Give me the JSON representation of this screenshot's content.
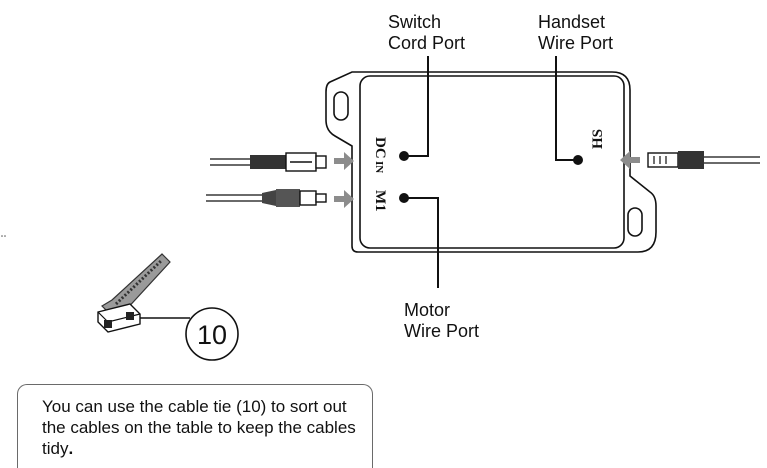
{
  "labels": {
    "switch_cord_port": "Switch\nCord Port",
    "handset_wire_port": "Handset\nWire Port",
    "motor_wire_port": "Motor\nWire Port"
  },
  "port_marks": {
    "dc_in": "DC",
    "dc_in_small": "IN",
    "m1": "M1",
    "hs": "HS"
  },
  "cable_tie_number": "10",
  "note": {
    "text": "You can use the cable tie (10) to sort out the cables on the table to keep the cables tidy",
    "end_mark": "."
  },
  "colors": {
    "line": "#111111",
    "arrow": "#8c8c8c"
  }
}
